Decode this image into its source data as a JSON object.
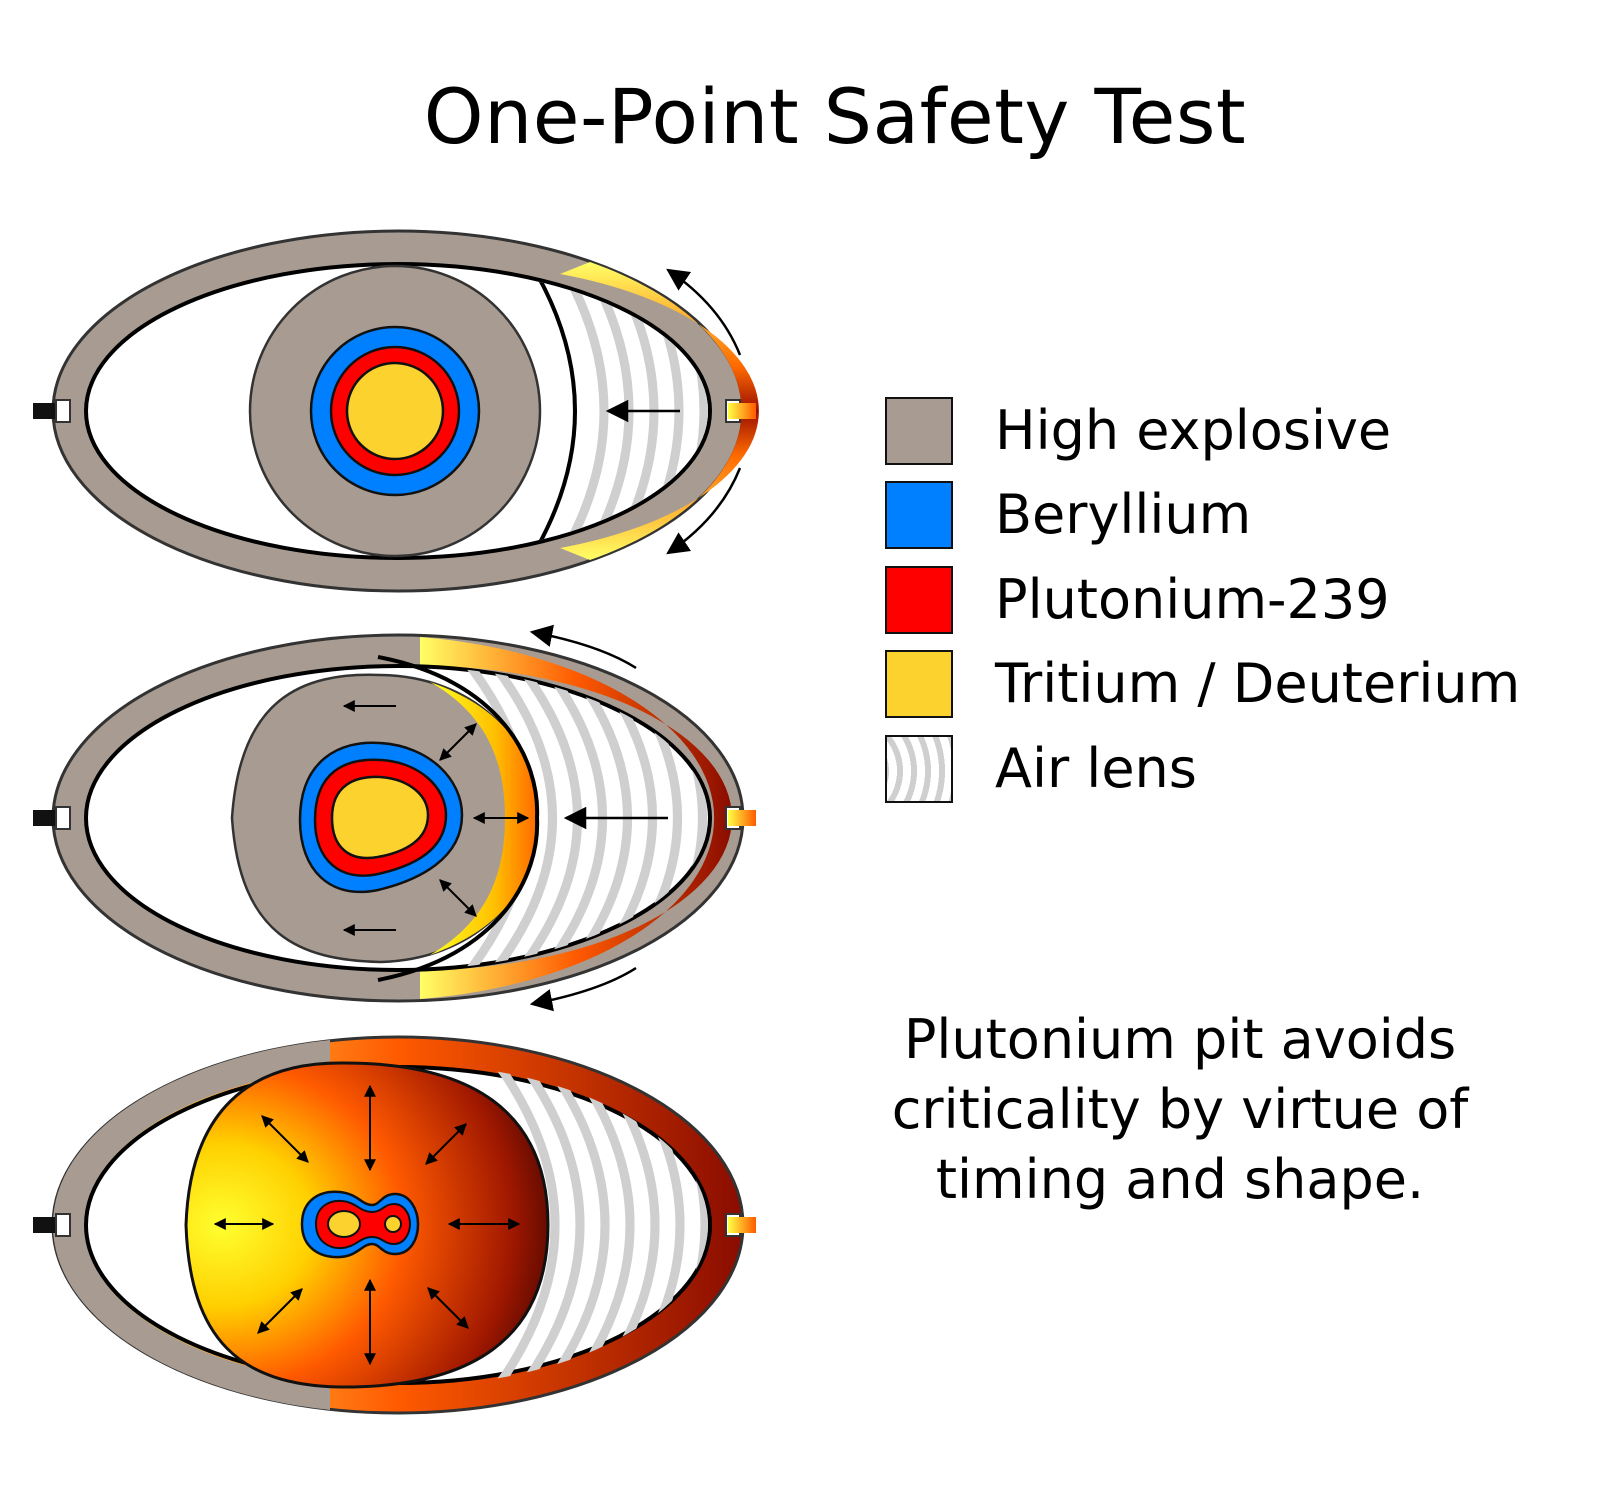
{
  "title": "One-Point Safety Test",
  "legend": [
    {
      "label": "High explosive",
      "color": "#a89c92",
      "pattern": "solid"
    },
    {
      "label": "Beryllium",
      "color": "#0080ff",
      "pattern": "solid"
    },
    {
      "label": "Plutonium-239",
      "color": "#ff0000",
      "pattern": "solid"
    },
    {
      "label": "Tritium / Deuterium",
      "color": "#fcd22e",
      "pattern": "solid"
    },
    {
      "label": "Air lens",
      "color": "#ffffff",
      "pattern": "stripes"
    }
  ],
  "caption": "Plutonium pit avoids criticality by virtue of timing and shape.",
  "colors": {
    "casing": "#a89c92",
    "beryllium": "#0080ff",
    "plutonium": "#ff0000",
    "tritium": "#fcd22e",
    "hot": "#ff5a00",
    "detonator": "#111111"
  },
  "stages": [
    {
      "name": "initiation"
    },
    {
      "name": "detonation-wave-entering"
    },
    {
      "name": "asymmetric-explosion"
    }
  ]
}
